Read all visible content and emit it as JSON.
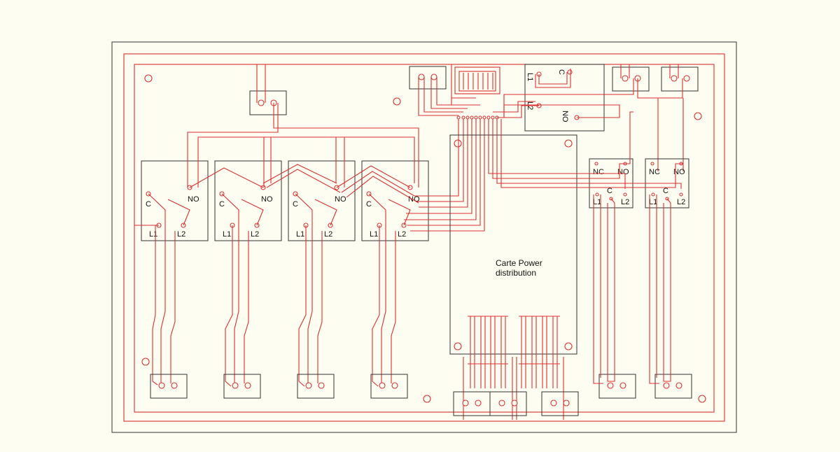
{
  "colors": {
    "background": "#fdfdf1",
    "trace": "#d93030",
    "outline": "#333333",
    "text": "#111111"
  },
  "board": {
    "power_card_label_line1": "Carte Power",
    "power_card_label_line2": "distribution"
  },
  "relays": [
    {
      "c": "C",
      "no": "NO",
      "l1": "L1",
      "l2": "L2"
    },
    {
      "c": "C",
      "no": "NO",
      "l1": "L1",
      "l2": "L2"
    },
    {
      "c": "C",
      "no": "NO",
      "l1": "L1",
      "l2": "L2"
    },
    {
      "c": "C",
      "no": "NO",
      "l1": "L1",
      "l2": "L2"
    }
  ],
  "small_relays": [
    {
      "nc": "NC",
      "no": "NO",
      "c": "C",
      "l1": "L1",
      "l2": "L2"
    },
    {
      "nc": "NC",
      "no": "NO",
      "c": "C",
      "l1": "L1",
      "l2": "L2"
    }
  ],
  "top_relay": {
    "l1": "L1",
    "c": "C",
    "l2": "L2",
    "no": "NO"
  }
}
